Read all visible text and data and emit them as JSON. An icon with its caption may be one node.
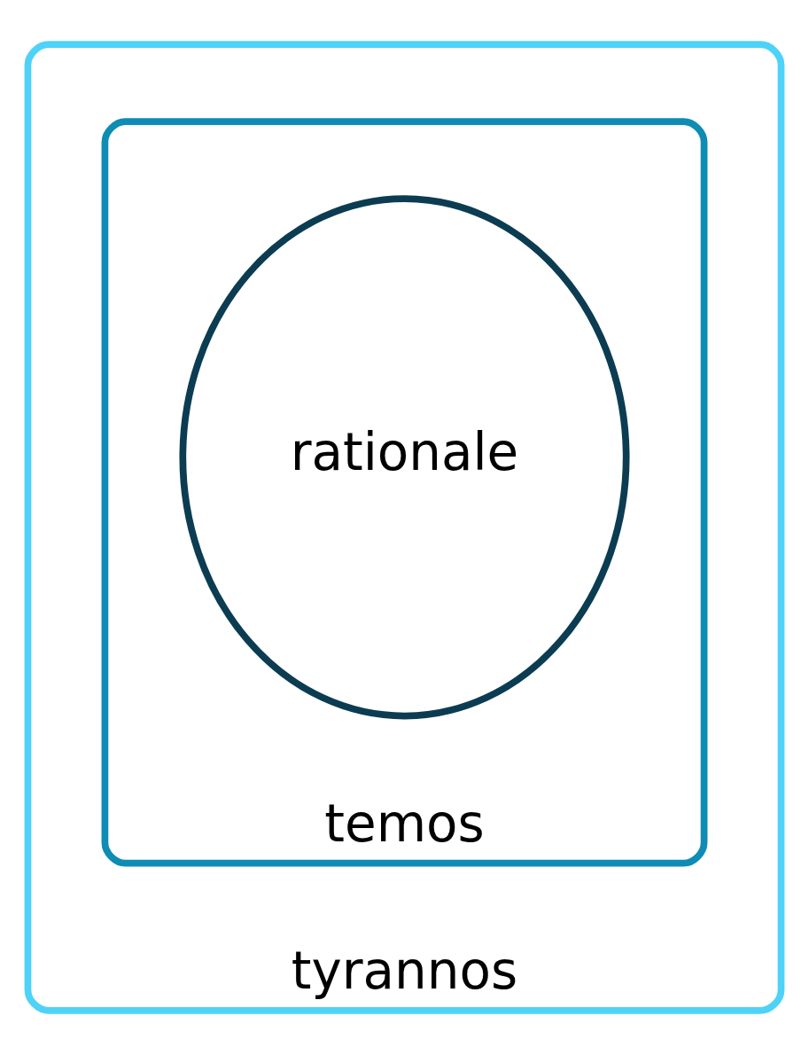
{
  "diagram": {
    "nodes": [
      {
        "text": [
          "tyrannos"
        ]
      },
      {
        "text": [
          "temos"
        ],
        "in": 0
      },
      {
        "text": [
          "rationale"
        ],
        "in": 1
      }
    ]
  }
}
